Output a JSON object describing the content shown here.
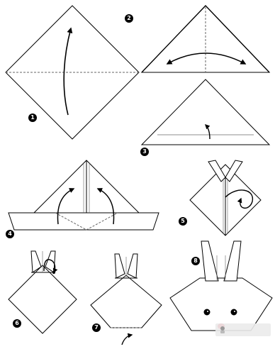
{
  "colors": {
    "line": "#000000",
    "dashed": "#666666",
    "paper": "#ffffff",
    "nose": "#e41f3a",
    "watermark_bg": "#ebebeb"
  },
  "steps": [
    {
      "number": "1"
    },
    {
      "number": "2"
    },
    {
      "number": "3"
    },
    {
      "number": "4"
    },
    {
      "number": "5"
    },
    {
      "number": "6"
    },
    {
      "number": "7"
    },
    {
      "number": "8"
    }
  ],
  "watermark": {
    "icon": "app-logo-icon"
  }
}
